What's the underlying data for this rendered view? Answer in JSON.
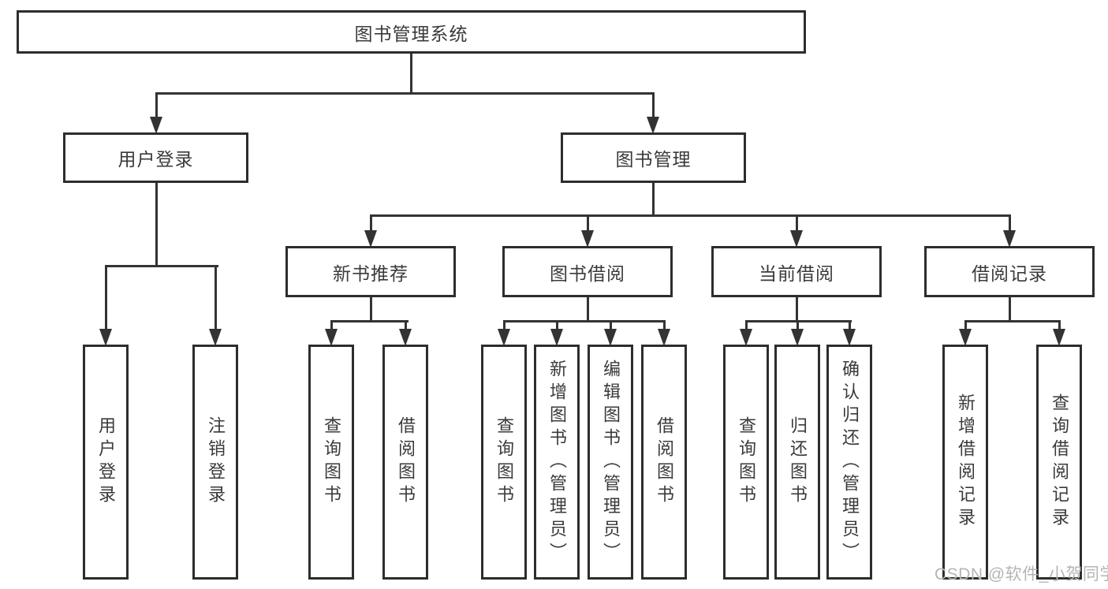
{
  "diagram_type": "function-structure-tree",
  "tree": {
    "root": {
      "label": "图书管理系统"
    },
    "branches": [
      {
        "label": "用户登录",
        "children": [
          {
            "label": "用户登录"
          },
          {
            "label": "注销登录"
          }
        ]
      },
      {
        "label": "图书管理",
        "groups": [
          {
            "label": "新书推荐",
            "children": [
              {
                "label": "查询图书"
              },
              {
                "label": "借阅图书"
              }
            ]
          },
          {
            "label": "图书借阅",
            "children": [
              {
                "label": "查询图书"
              },
              {
                "label": "新增图书（管理员）"
              },
              {
                "label": "编辑图书（管理员）"
              },
              {
                "label": "借阅图书"
              }
            ]
          },
          {
            "label": "当前借阅",
            "children": [
              {
                "label": "查询图书"
              },
              {
                "label": "归还图书"
              },
              {
                "label": "确认归还（管理员）"
              }
            ]
          },
          {
            "label": "借阅记录",
            "children": [
              {
                "label": "新增借阅记录"
              },
              {
                "label": "查询借阅记录"
              }
            ]
          }
        ]
      }
    ]
  },
  "watermark": {
    "text": "CSDN @软件_小贺同学"
  },
  "colors": {
    "line": "#333333",
    "box_border": "#2d2d2d",
    "text": "#3a3a3a",
    "background": "#ffffff",
    "watermark": "#b5b5b5"
  }
}
